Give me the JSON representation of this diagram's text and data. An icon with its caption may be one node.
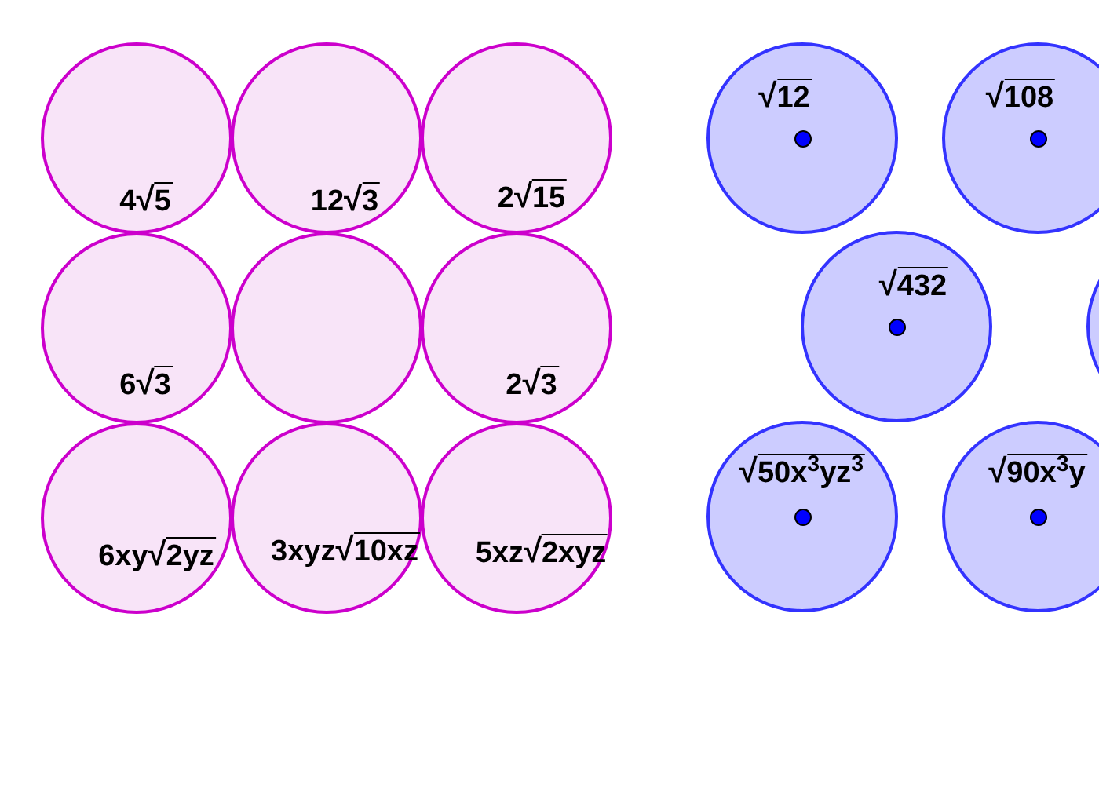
{
  "diagram": {
    "nodes": [
      {
        "text": [
          "4√5"
        ]
      },
      {
        "text": [
          "12√3"
        ]
      },
      {
        "text": [
          "2√15"
        ]
      },
      {
        "text": [
          "6√3"
        ]
      },
      {
        "text": [],
        "shape": "circle"
      },
      {
        "text": [
          "2√3"
        ]
      },
      {
        "text": [
          "6xy√2yz"
        ]
      },
      {
        "text": [
          "3xyz√10xz"
        ]
      },
      {
        "text": [
          "5xz√2xyz"
        ]
      },
      {
        "text": [
          "√12"
        ]
      },
      {
        "text": [
          "√108"
        ]
      },
      {
        "text": [
          "√432"
        ]
      },
      {
        "text": [],
        "shape": "circle"
      },
      {
        "text": [
          "√50x$^{3}$yz$^{3}$"
        ]
      },
      {
        "text": [
          "√90x$^{3}$y"
        ]
      }
    ]
  }
}
